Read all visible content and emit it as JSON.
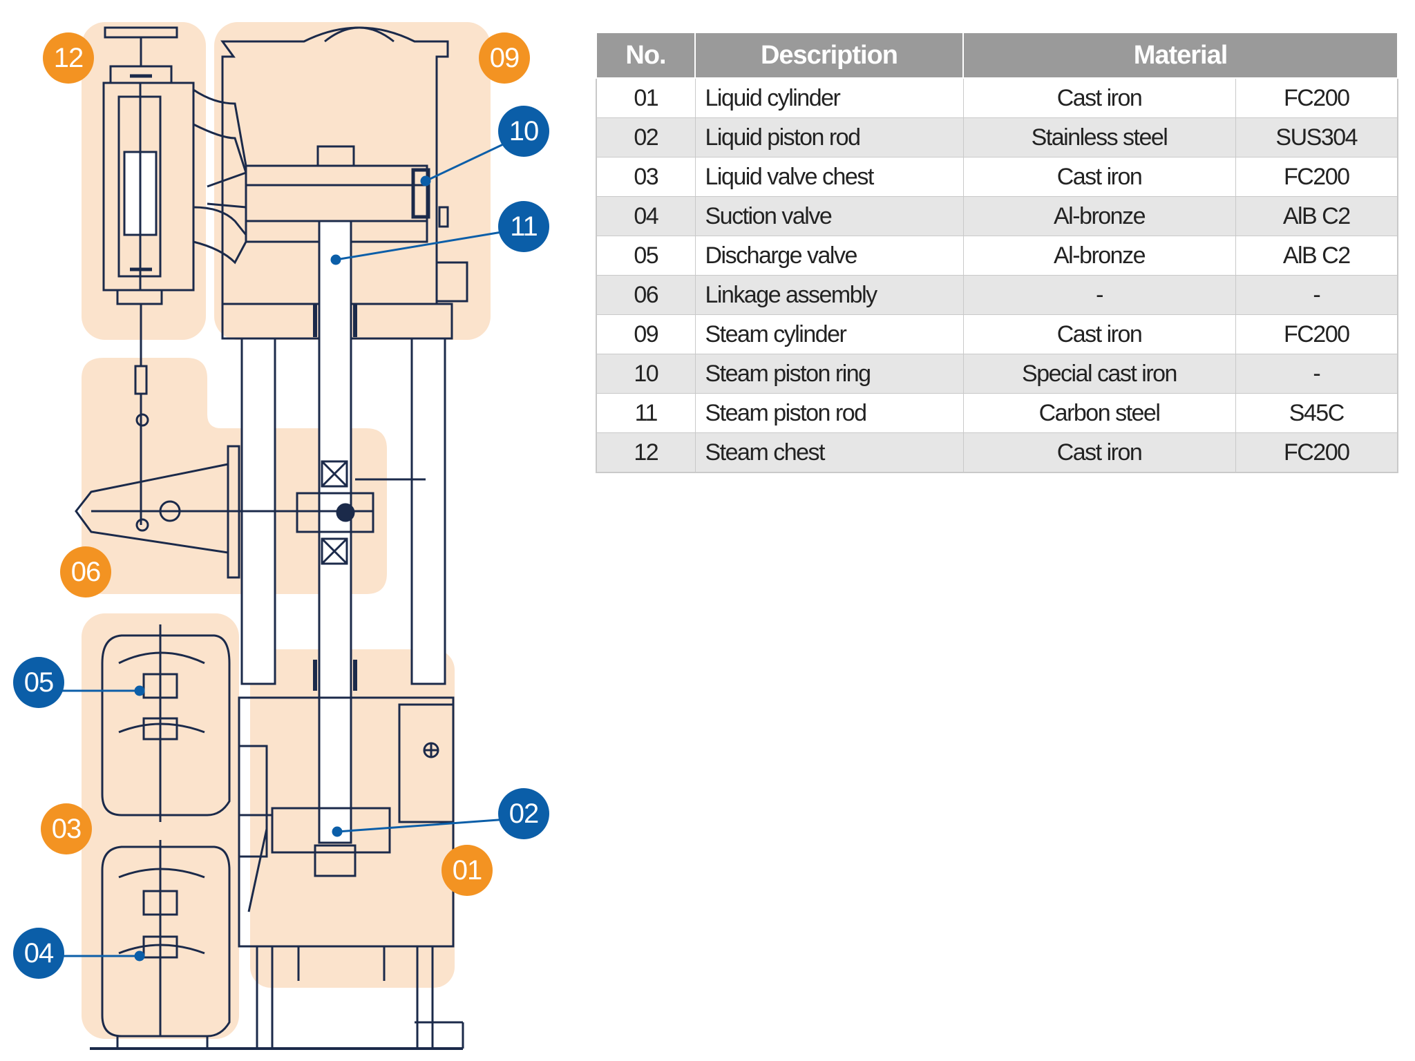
{
  "diagram": {
    "colors": {
      "zone": "#fbe3cc",
      "line": "#1b2a4a",
      "orange_badge": "#f39322",
      "blue_badge": "#0b5ea8"
    },
    "callouts": [
      {
        "label": "12",
        "color": "orange"
      },
      {
        "label": "09",
        "color": "orange"
      },
      {
        "label": "10",
        "color": "blue"
      },
      {
        "label": "11",
        "color": "blue"
      },
      {
        "label": "06",
        "color": "orange"
      },
      {
        "label": "05",
        "color": "blue"
      },
      {
        "label": "03",
        "color": "orange"
      },
      {
        "label": "02",
        "color": "blue"
      },
      {
        "label": "01",
        "color": "orange"
      },
      {
        "label": "04",
        "color": "blue"
      }
    ]
  },
  "table": {
    "headers": {
      "no": "No.",
      "description": "Description",
      "material": "Material"
    },
    "header_color": "#9a9a9a",
    "rows": [
      {
        "no": "01",
        "description": "Liquid cylinder",
        "material": "Cast iron",
        "grade": "FC200"
      },
      {
        "no": "02",
        "description": "Liquid piston rod",
        "material": "Stainless steel",
        "grade": "SUS304"
      },
      {
        "no": "03",
        "description": "Liquid valve chest",
        "material": "Cast iron",
        "grade": "FC200"
      },
      {
        "no": "04",
        "description": "Suction valve",
        "material": "Al-bronze",
        "grade": "AlB C2"
      },
      {
        "no": "05",
        "description": "Discharge valve",
        "material": "Al-bronze",
        "grade": "AlB C2"
      },
      {
        "no": "06",
        "description": "Linkage assembly",
        "material": "-",
        "grade": "-"
      },
      {
        "no": "09",
        "description": "Steam cylinder",
        "material": "Cast iron",
        "grade": "FC200"
      },
      {
        "no": "10",
        "description": "Steam piston ring",
        "material": "Special cast iron",
        "grade": "-"
      },
      {
        "no": "11",
        "description": "Steam piston rod",
        "material": "Carbon steel",
        "grade": "S45C"
      },
      {
        "no": "12",
        "description": "Steam chest",
        "material": "Cast iron",
        "grade": "FC200"
      }
    ]
  }
}
